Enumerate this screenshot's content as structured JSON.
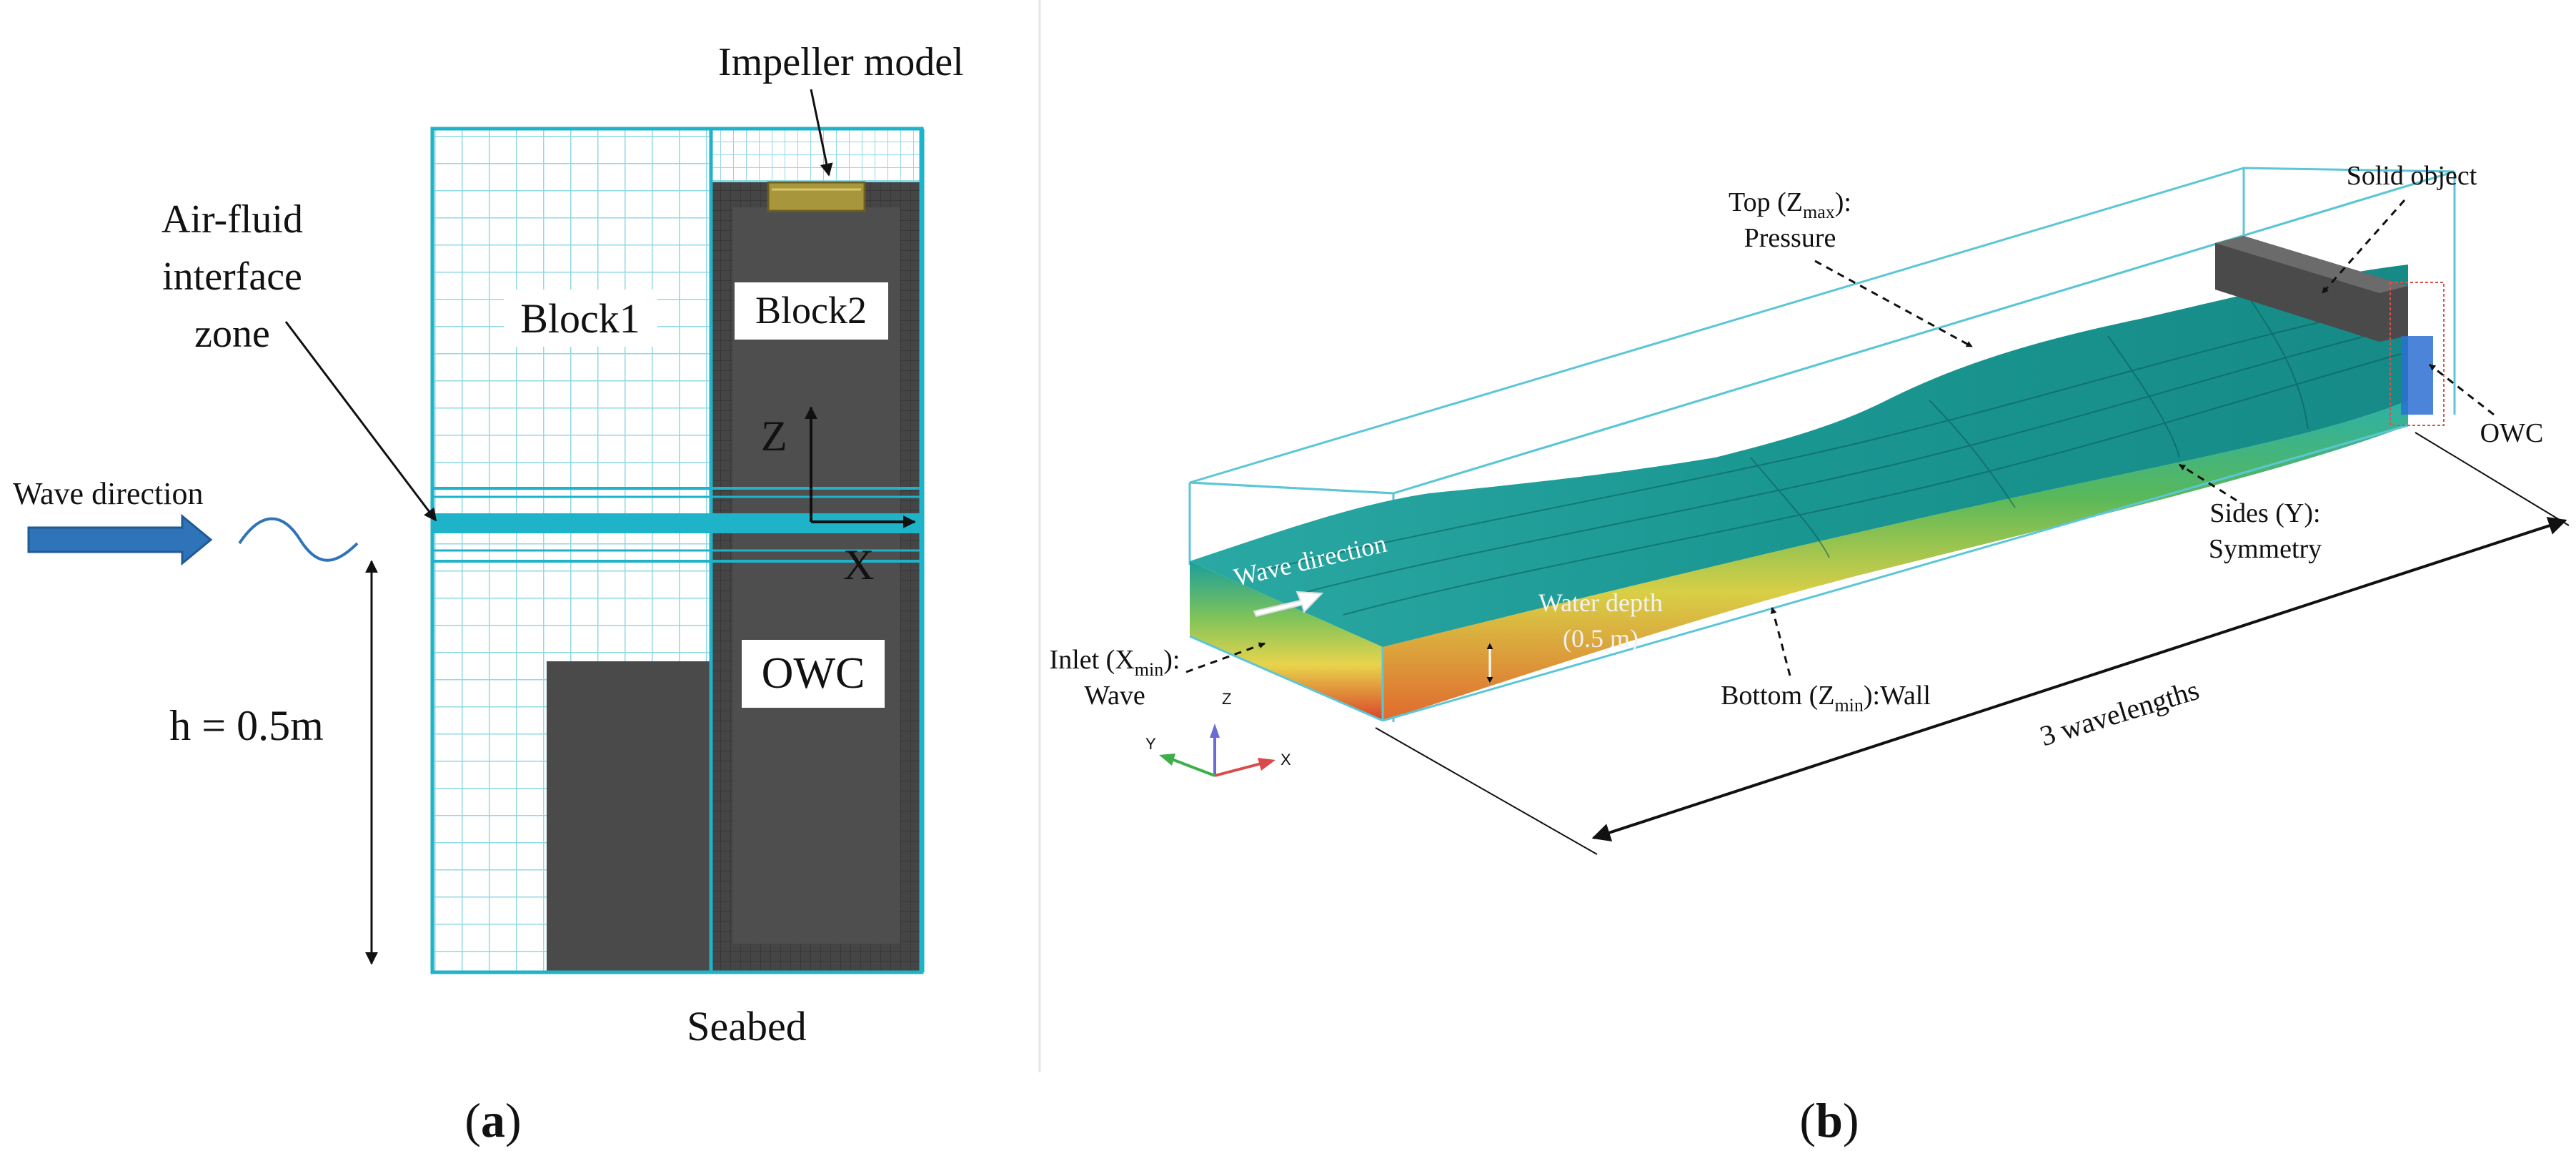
{
  "colors": {
    "mesh_line": "#5cc6d6",
    "mesh_bold": "#1fb3c9",
    "dark_fill": "#4a4a4a",
    "interface_band": "#1fb3c9",
    "arrow_blue": "#2f74b8",
    "impeller_gold": "#a8963c",
    "water_top": "#1a9e9a",
    "water_red": "#d9432a",
    "water_yellow": "#e8d44c",
    "water_green": "#7dc35a"
  },
  "panel_a": {
    "caption_open": "(",
    "caption_letter": "a",
    "caption_close": ")",
    "impeller_label": "Impeller model",
    "interface_line1": "Air-fluid",
    "interface_line2": "interface",
    "interface_line3": "zone",
    "block1": "Block1",
    "block2": "Block2",
    "axis_z": "Z",
    "axis_x": "X",
    "wave_direction": "Wave direction",
    "owc": "OWC",
    "depth": "h = 0.5m",
    "seabed": "Seabed"
  },
  "panel_b": {
    "caption_open": "(",
    "caption_letter": "b",
    "caption_close": ")",
    "top_line1_pre": "Top (Z",
    "top_line1_sub": "max",
    "top_line1_post": "):",
    "top_line2": "Pressure",
    "solid_object": "Solid object",
    "owc": "OWC",
    "wave_direction": "Wave direction",
    "water_depth_line1": "Water depth",
    "water_depth_line2": "(0.5 m)",
    "sides_line1": "Sides (Y):",
    "sides_line2": "Symmetry",
    "inlet_line1_pre": "Inlet (X",
    "inlet_line1_sub": "min",
    "inlet_line1_post": "):",
    "inlet_line2": "Wave",
    "bottom_pre": "Bottom (Z",
    "bottom_sub": "min",
    "bottom_post": "):Wall",
    "wavelengths": "3 wavelengths",
    "triad_x": "X",
    "triad_y": "Y",
    "triad_z": "Z"
  }
}
